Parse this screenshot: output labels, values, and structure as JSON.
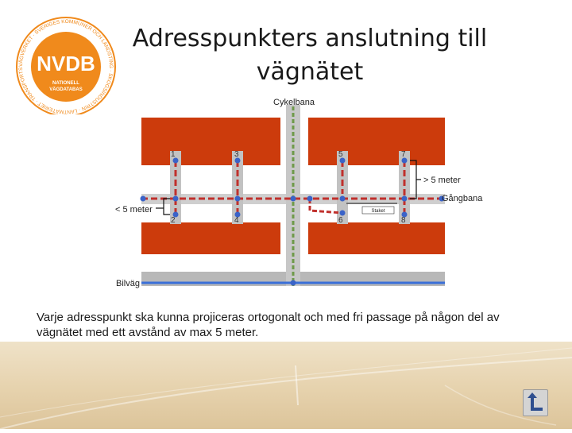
{
  "slide": {
    "title_line1": "Adresspunkters anslutning till",
    "title_line2": "vägnätet",
    "body_text": "Varje adresspunkt ska kunna projiceras ortogonalt och med fri passage på någon del av vägnätet med ett avstånd av max 5 meter."
  },
  "logo": {
    "text": "NVDB",
    "subtext_line1": "NATIONELL",
    "subtext_line2": "VÄGDATABAS",
    "ring_text": "VÄGVERKET · SVERIGES KOMMUNER OCH LANDSTING · SKOGSINDUSTRIN · LANTMÄTERIET · TRANSPORTSTYRELSEN"
  },
  "diagram": {
    "label_cykelbana": "Cykelbana",
    "label_gangbana": "Gångbana",
    "label_bilvag": "Bilväg",
    "label_more_5m": "> 5 meter",
    "label_less_5m": "< 5 meter",
    "label_staket": "Staket",
    "points": [
      "1",
      "2",
      "3",
      "4",
      "5",
      "6",
      "7",
      "8"
    ]
  },
  "colors": {
    "block": "#cc3b0c",
    "road": "#b0b0b0",
    "gangbana": "#cfcfcf",
    "dash_red": "#c0302c",
    "dash_green": "#6e9a4a",
    "bilvag_line": "#3a6fd8",
    "point": "#3a63c8",
    "logo_orange": "#f08a1c"
  },
  "footer": {
    "home_icon": "return-arrow-icon"
  }
}
